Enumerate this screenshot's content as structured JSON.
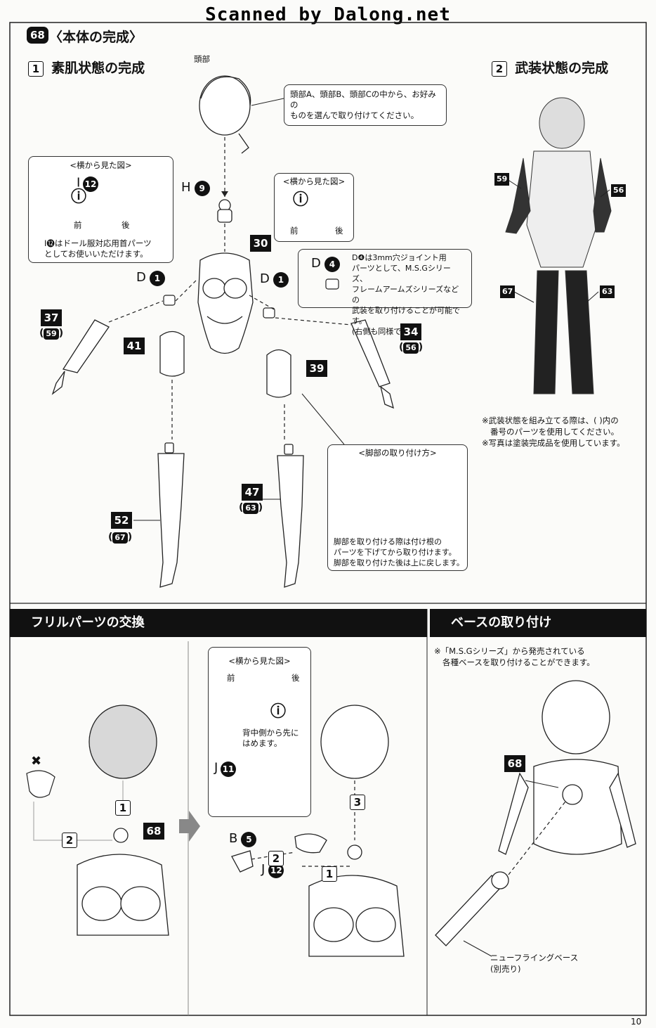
{
  "watermark": "Scanned by Dalong.net",
  "step": {
    "number": "68",
    "title": "〈本体の完成〉"
  },
  "section1": {
    "num": "1",
    "title": "素肌状態の完成",
    "head_label": "頭部",
    "head_note": [
      "頭部A、頭部B、頭部Cの中から、お好みの",
      "ものを選んで取り付けてください。"
    ],
    "side_view_left": {
      "title": "<横から見た図>",
      "part": "I",
      "part_num": "12",
      "front": "前",
      "back": "後",
      "note": [
        "I⓬はドール服対応用首パーツ",
        "としてお使いいただけます。"
      ]
    },
    "side_view_right": {
      "title": "<横から見た図>",
      "front": "前",
      "back": "後"
    },
    "neck": {
      "letter": "H",
      "num": "9"
    },
    "d4": {
      "letter": "D",
      "num": "4",
      "note": [
        "D❹は3mm穴ジョイント用",
        "パーツとして、M.S.Gシリーズ、",
        "フレームアームズシリーズなどの",
        "武装を取り付けることが可能です。",
        "(右側も同様です)"
      ]
    },
    "d1_left": {
      "letter": "D",
      "num": "1"
    },
    "d1_right": {
      "letter": "D",
      "num": "1"
    },
    "parts": {
      "p30": "30",
      "p37": "37",
      "p37_alt": "59",
      "p41": "41",
      "p39": "39",
      "p34": "34",
      "p34_alt": "56",
      "p52": "52",
      "p52_alt": "67",
      "p47": "47",
      "p47_alt": "63"
    },
    "leg_box": {
      "title": "<脚部の取り付け方>",
      "note": [
        "脚部を取り付ける際は付け根の",
        "パーツを下げてから取り付けます。",
        "脚部を取り付けた後は上に戻します。"
      ]
    }
  },
  "section2": {
    "num": "2",
    "title": "武装状態の完成",
    "labels": {
      "l59": "59",
      "l56": "56",
      "l67": "67",
      "l63": "63"
    },
    "notes": [
      "※武装状態を組み立てる際は、( )内の",
      "番号のパーツを使用してください。",
      "※写真は塗装完成品を使用しています。"
    ]
  },
  "frill": {
    "title": "フリルパーツの交換",
    "step1": "1",
    "step2": "2",
    "part68": "68",
    "side_view": {
      "title": "<横から見た図>",
      "front": "前",
      "back": "後",
      "note": [
        "背中側から先に",
        "はめます。"
      ]
    },
    "j11": {
      "letter": "J",
      "num": "11"
    },
    "b5": {
      "letter": "B",
      "num": "5"
    },
    "j12": {
      "letter": "J",
      "num": "12"
    },
    "r_step1": "1",
    "r_step2": "2",
    "r_step3": "3"
  },
  "base": {
    "title": "ベースの取り付け",
    "note": [
      "※「M.S.Gシリーズ」から発売されている",
      "各種ベースを取り付けることができます。"
    ],
    "part68": "68",
    "base_label": [
      "ニューフライングベース",
      "(別売り)"
    ]
  },
  "page_number": "10"
}
